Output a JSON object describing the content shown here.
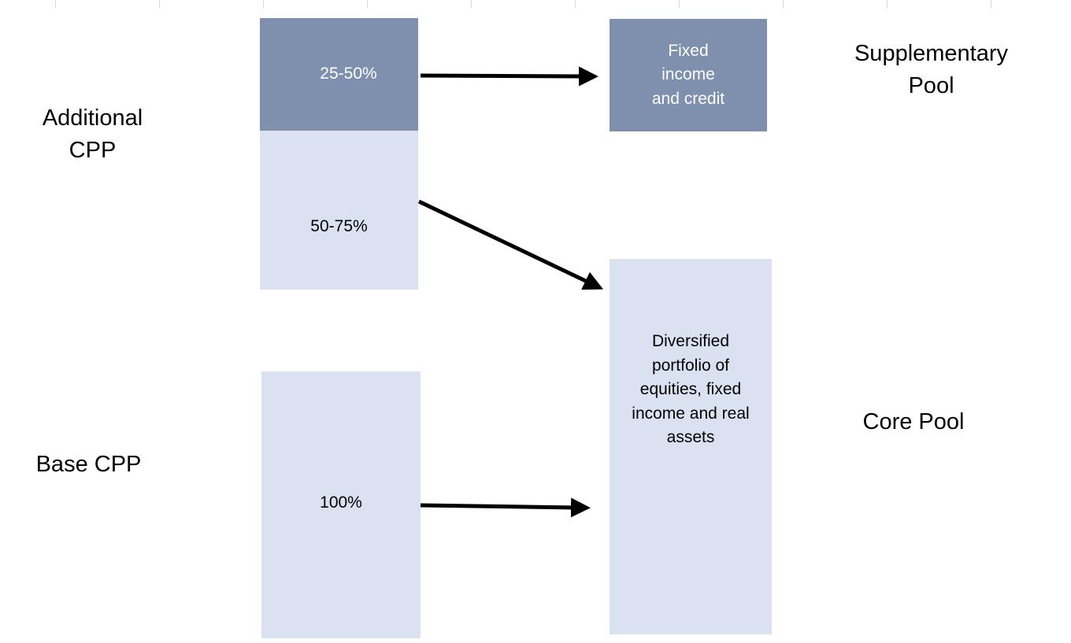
{
  "left_labels": {
    "additional_cpp": "Additional\nCPP",
    "base_cpp": "Base CPP"
  },
  "right_labels": {
    "supplementary_pool": "Supplementary\nPool",
    "core_pool": "Core Pool"
  },
  "source_boxes": {
    "additional_top": "25-50%",
    "additional_bottom": "50-75%",
    "base": "100%"
  },
  "destination_boxes": {
    "supplementary": "Fixed\nincome\nand credit",
    "core": "Diversified\nportfolio of\nequities, fixed\nincome and real\nassets"
  },
  "colors": {
    "dark_box": "#7f8fae",
    "light_box": "#dae2f2",
    "arrow": "#000000"
  }
}
